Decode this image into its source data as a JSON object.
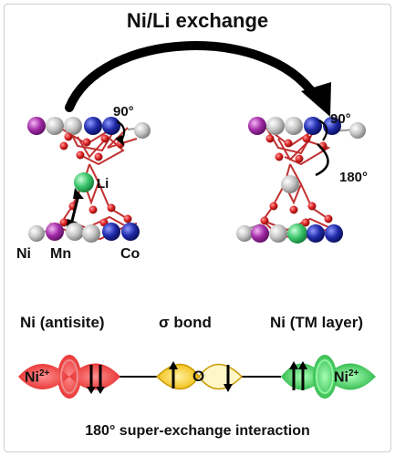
{
  "title": "Ni/Li exchange",
  "left_structure": {
    "angle": "90°",
    "center_atom": "Li",
    "atom_labels": [
      "Ni",
      "Mn",
      "Co"
    ]
  },
  "right_structure": {
    "angle_top": "90°",
    "angle_side": "180°"
  },
  "orbital_diagram": {
    "left_label": "Ni (antisite)",
    "middle_label": "σ bond",
    "right_label": "Ni (TM layer)",
    "left_ion": "Ni",
    "left_charge": "2+",
    "center_atom": "O",
    "right_ion": "Ni",
    "right_charge": "2+",
    "caption": "180° super-exchange interaction"
  },
  "colors": {
    "ni_atom": "#b9b9b9",
    "mn_atom": "#a12aa6",
    "co_atom": "#1f2aa8",
    "li_atom": "#39c46a",
    "o_atom": "#d91f1f",
    "red_lobe": "#ef3a3a",
    "yellow_lobe": "#f5c400",
    "green_lobe": "#2ec14a"
  }
}
